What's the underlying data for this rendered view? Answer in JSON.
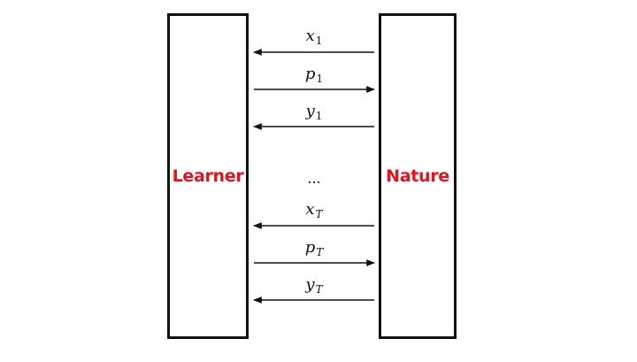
{
  "actors": {
    "learner": {
      "label": "Learner"
    },
    "nature": {
      "label": "Nature"
    }
  },
  "colors": {
    "actor_label": "#e0141e",
    "line": "#111111"
  },
  "messages": [
    {
      "var": "x",
      "sub": "1",
      "direction": "to-learner"
    },
    {
      "var": "p",
      "sub": "1",
      "direction": "to-nature"
    },
    {
      "var": "y",
      "sub": "1",
      "direction": "to-learner"
    },
    {
      "var": "x",
      "sub": "T",
      "direction": "to-learner"
    },
    {
      "var": "p",
      "sub": "T",
      "direction": "to-nature"
    },
    {
      "var": "y",
      "sub": "T",
      "direction": "to-learner"
    }
  ],
  "ellipsis": "..."
}
